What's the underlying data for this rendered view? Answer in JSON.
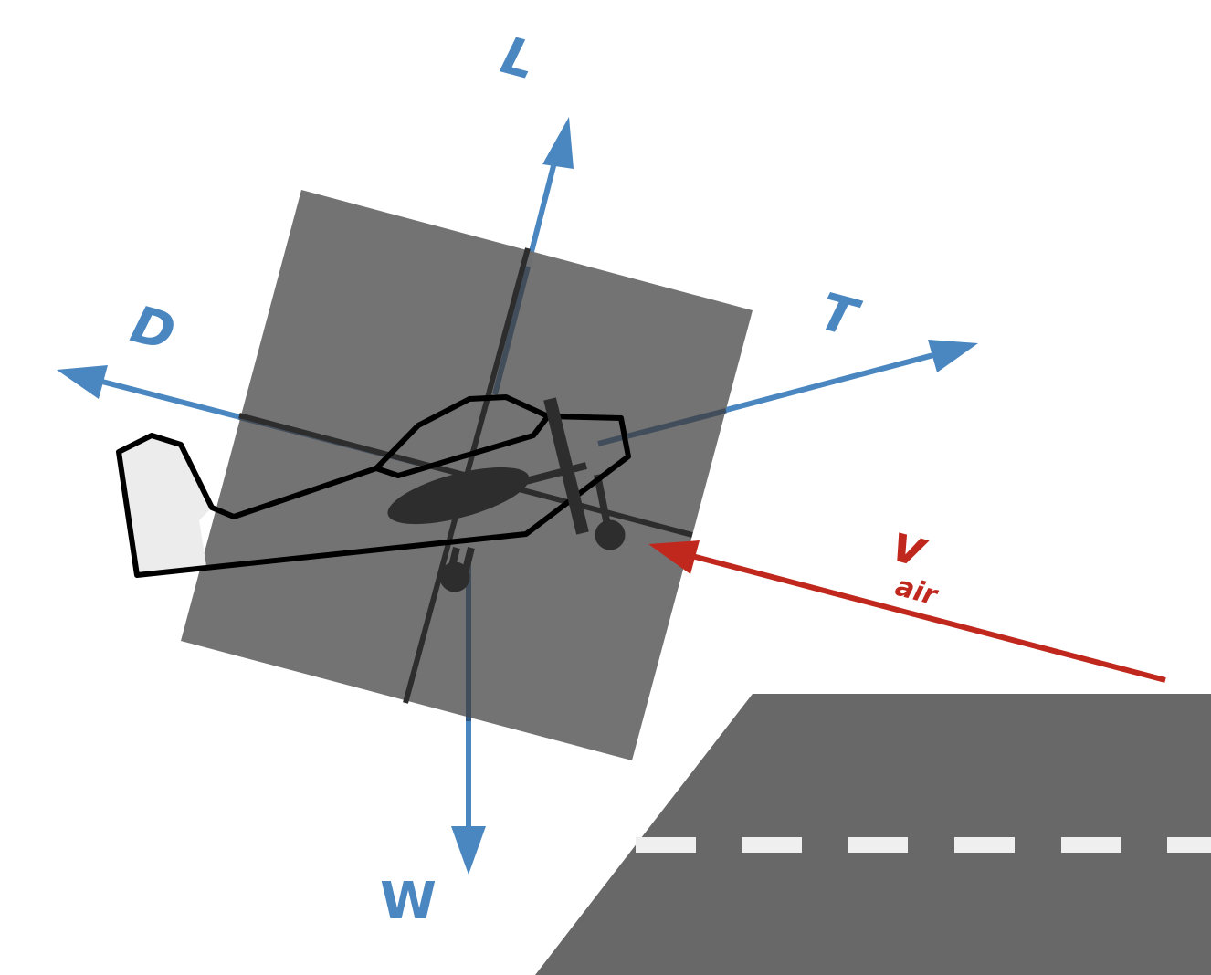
{
  "colors": {
    "force": "#4a86c0",
    "velocity": "#c0281e",
    "body_box": "#6e6e6e",
    "runway": "#686868",
    "runway_marking": "#efefef",
    "airplane_outline": "#000000",
    "airplane_detail": "#2d2d2d",
    "tail_fill": "#ececec",
    "white": "#ffffff"
  },
  "forces": {
    "lift": {
      "label": "L"
    },
    "drag": {
      "label": "D"
    },
    "thrust": {
      "label": "T"
    },
    "weight": {
      "label": "W"
    }
  },
  "velocity": {
    "label": "v",
    "subscript": "air"
  }
}
